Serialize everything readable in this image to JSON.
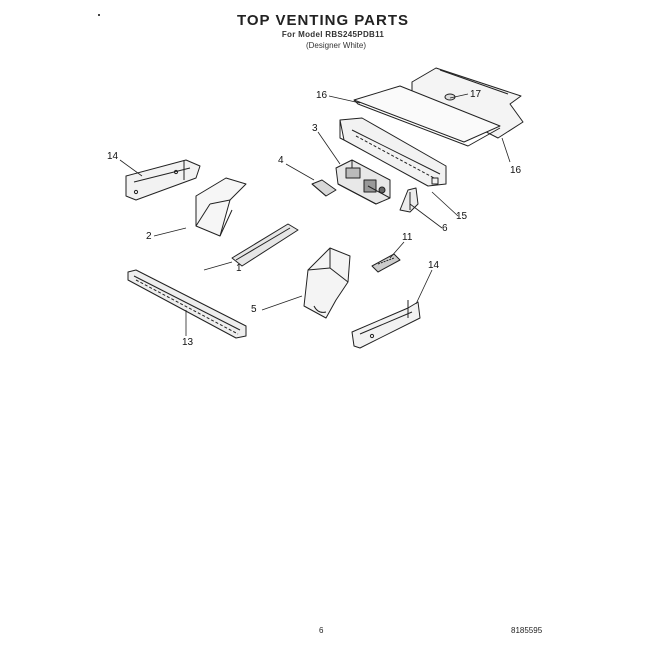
{
  "header": {
    "title": "TOP VENTING PARTS",
    "model_line": "For Model RBS245PDB11",
    "color_line": "(Designer White)"
  },
  "callouts": [
    {
      "id": "c1",
      "label": "1"
    },
    {
      "id": "c2",
      "label": "2"
    },
    {
      "id": "c3",
      "label": "3"
    },
    {
      "id": "c4",
      "label": "4"
    },
    {
      "id": "c5",
      "label": "5"
    },
    {
      "id": "c6",
      "label": "6"
    },
    {
      "id": "c11",
      "label": "11"
    },
    {
      "id": "c13",
      "label": "13"
    },
    {
      "id": "c14a",
      "label": "14"
    },
    {
      "id": "c14b",
      "label": "14"
    },
    {
      "id": "c15",
      "label": "15"
    },
    {
      "id": "c16a",
      "label": "16"
    },
    {
      "id": "c16b",
      "label": "16"
    },
    {
      "id": "c17",
      "label": "17"
    }
  ],
  "footer": {
    "page_number": "6",
    "doc_code": "8185595"
  }
}
